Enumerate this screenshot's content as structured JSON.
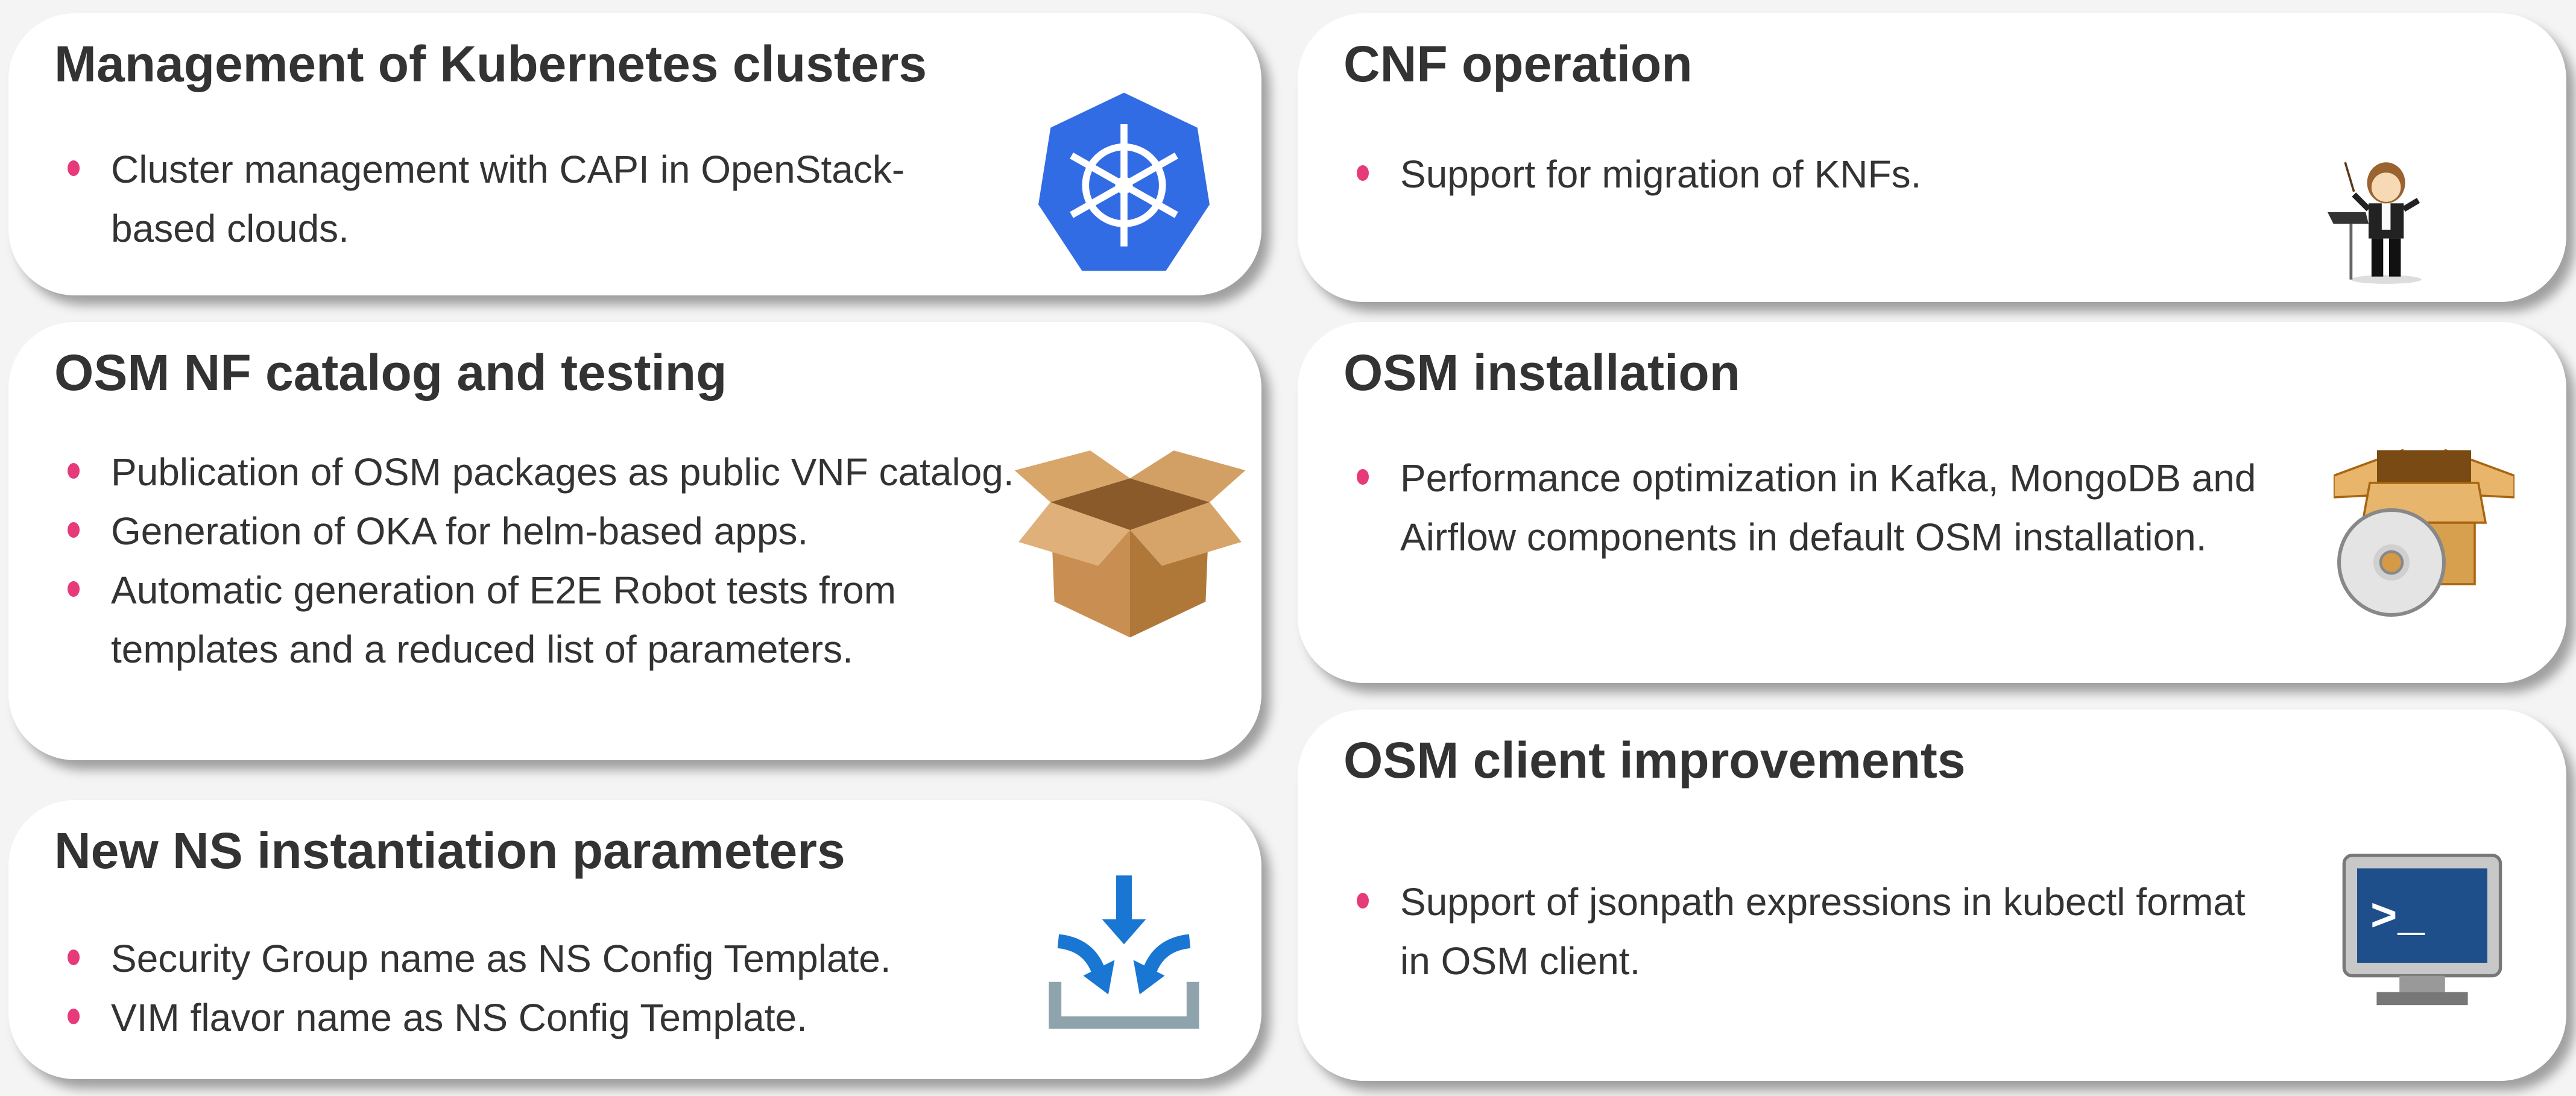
{
  "cards": [
    {
      "title": "Management of Kubernetes clusters",
      "bullets": [
        "Cluster management with CAPI in OpenStack-based clouds."
      ],
      "icon": "kubernetes-icon"
    },
    {
      "title": "OSM NF catalog and testing",
      "bullets": [
        "Publication of OSM packages as public VNF catalog.",
        "Generation of OKA for helm-based apps.",
        "Automatic generation of E2E Robot tests from templates and a reduced list of parameters."
      ],
      "icon": "open-box-icon"
    },
    {
      "title": "New NS instantiation parameters",
      "bullets": [
        "Security Group name as NS Config Template.",
        "VIM flavor name as NS Config Template."
      ],
      "icon": "import-tray-icon"
    },
    {
      "title": "CNF operation",
      "bullets": [
        "Support for migration of KNFs."
      ],
      "icon": "conductor-icon"
    },
    {
      "title": "OSM installation",
      "bullets": [
        "Performance optimization in Kafka, MongoDB and Airflow components in default OSM installation."
      ],
      "icon": "install-package-icon"
    },
    {
      "title": "OSM client improvements",
      "bullets": [
        "Support of jsonpath expressions in kubectl format in OSM client."
      ],
      "icon": "terminal-icon"
    }
  ],
  "colors": {
    "bullet": "#e63a7a",
    "kubernetes": "#326ce5",
    "title": "#333333"
  }
}
